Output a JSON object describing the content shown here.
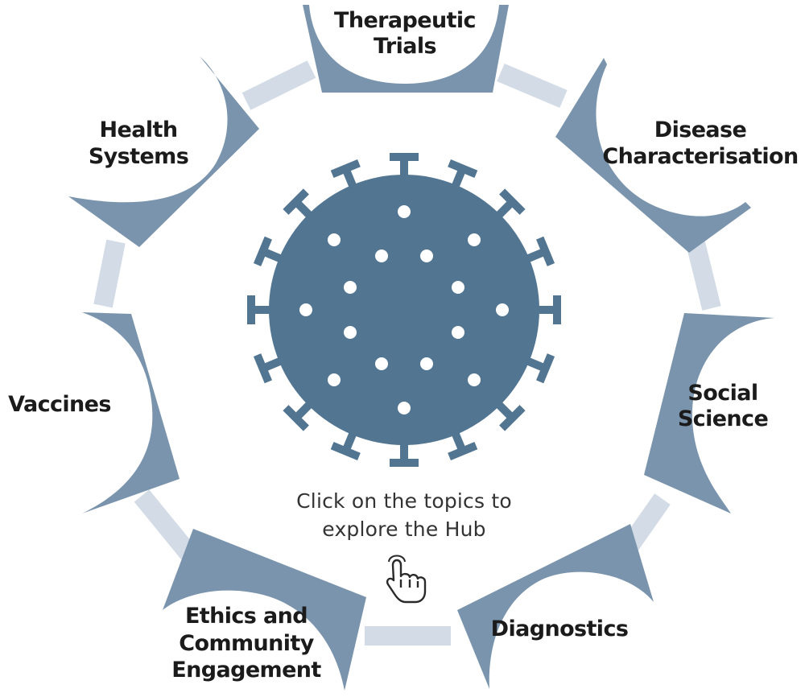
{
  "colors": {
    "accent": "#7a94ad",
    "virus": "#527592",
    "ring": "#d3dce6",
    "text": "#1b1b1b"
  },
  "topics": [
    {
      "id": "therapeutic-trials",
      "lines": [
        "Therapeutic",
        "Trials"
      ]
    },
    {
      "id": "disease-characterisation",
      "lines": [
        "Disease",
        "Characterisation"
      ]
    },
    {
      "id": "social-science",
      "lines": [
        "Social",
        "Science"
      ]
    },
    {
      "id": "diagnostics",
      "lines": [
        "Diagnostics"
      ]
    },
    {
      "id": "ethics-community-engagement",
      "lines": [
        "Ethics and",
        "Community",
        "Engagement"
      ]
    },
    {
      "id": "vaccines",
      "lines": [
        "Vaccines"
      ]
    },
    {
      "id": "health-systems",
      "lines": [
        "Health",
        "Systems"
      ]
    }
  ],
  "hint": {
    "line1": "Click on the topics to",
    "line2": "explore the Hub"
  },
  "icons": {
    "center": "coronavirus-icon",
    "pointer": "hand-pointer-icon"
  }
}
